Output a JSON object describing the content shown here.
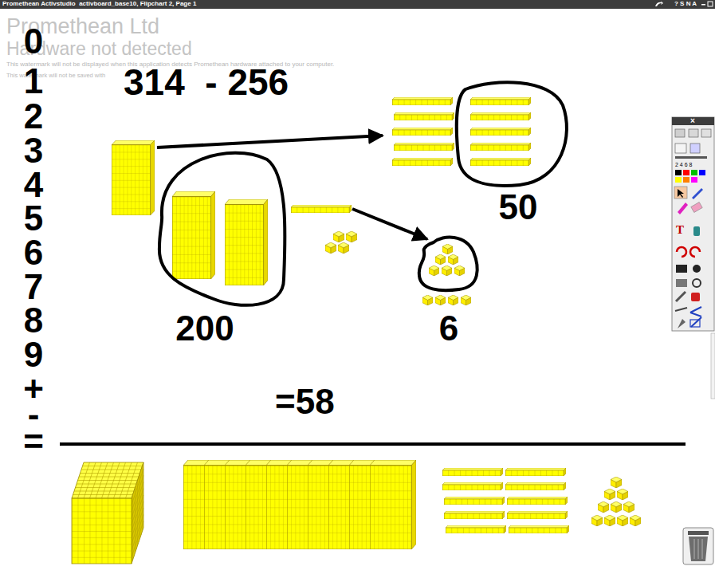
{
  "diagram": {
    "nodes": [
      {
        "text": [
          "200"
        ]
      },
      {
        "text": [
          "50"
        ]
      },
      {
        "text": [
          "6"
        ]
      }
    ],
    "labels": [
      "Promethean Activstudio  activboard_base10, Flipchart 2, Page 1",
      "? S N A",
      "Promethean Ltd",
      "Hardware not detected",
      "This watermark will not be displayed when this application detects Promethean hardware attached to your computer.",
      "This watermark will not be saved with",
      "0",
      "1",
      "2",
      "3",
      "4",
      "5",
      "6",
      "7",
      "8",
      "9",
      "+",
      "-",
      "=",
      "314  - 256",
      "=58",
      "×",
      "2 4 6 8",
      "T"
    ]
  }
}
